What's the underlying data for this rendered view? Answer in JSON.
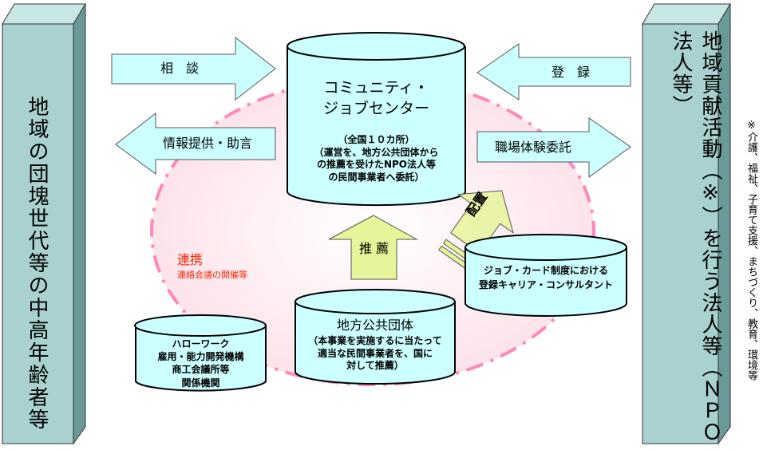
{
  "left_column": {
    "label": "地域の団塊世代等の中高年齢者等"
  },
  "right_column": {
    "label": "地域貢献活動（※）を行う法人等（ＮＰＯ法人等）"
  },
  "footnote": "※介護、福祉、子育て支援、まちづくり、教育、環境等",
  "center": {
    "title_line1": "コミュニティ・",
    "title_line2": "ジョブセンター",
    "count": "（全国１０カ所）",
    "note_line1": "（運営を、地方公共団体から",
    "note_line2": "の推薦を受けたNPO法人等",
    "note_line3": "の民間事業者へ委託）"
  },
  "local_gov": {
    "title": "地方公共団体",
    "note_line1": "（本事業を実施するに当たって",
    "note_line2": "適当な民間事業者を、国に",
    "note_line3": "対して推薦）"
  },
  "agencies": {
    "lines": [
      "ハローワーク",
      "雇用・能力開発機構",
      "商工会議所等",
      "関係機関"
    ]
  },
  "consultant": {
    "line1": "ジョブ・カード制度における",
    "line2": "登録キャリア・コンサルタント"
  },
  "collab": {
    "title": "連携",
    "sub": "連絡会議の開催等"
  },
  "arrows": {
    "consult": "相　談",
    "advice": "情報提供・助言",
    "register": "登　録",
    "trial": "職場体験委託",
    "recommend": "推 薦",
    "assign": "配置"
  },
  "colors": {
    "box": "#a9d1cf",
    "cyl": "#ccffff",
    "arrow": "#ccffff",
    "yellow": "#e6f59a",
    "pink": "#ff88bb",
    "red": "#ff2200"
  }
}
